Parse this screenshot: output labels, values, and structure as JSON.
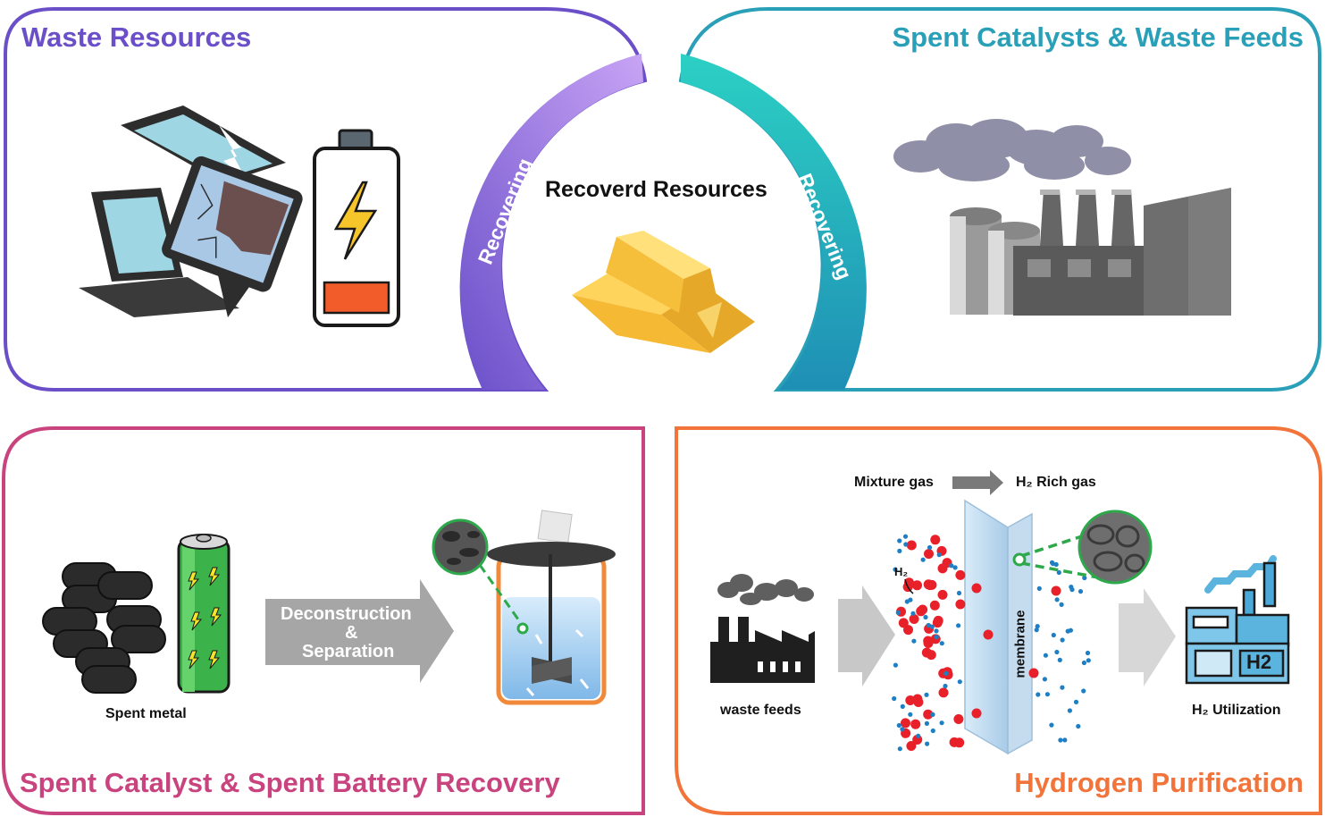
{
  "panels": {
    "waste_resources": {
      "title": "Waste Resources",
      "color": "#6a4fc9"
    },
    "spent_catalysts": {
      "title": "Spent Catalysts & Waste Feeds",
      "color": "#2aa0b8"
    },
    "recovery": {
      "title": "Spent Catalyst & Spent Battery Recovery",
      "color": "#c9447e"
    },
    "hydrogen": {
      "title": "Hydrogen Purification",
      "color": "#f2743a"
    }
  },
  "center": {
    "title": "Recoverd Resources",
    "left_arc_label": "Recovering",
    "right_arc_label": "Recovering"
  },
  "recovery_labels": {
    "spent_metal": "Spent metal",
    "process_line1": "Deconstruction",
    "process_line2": "&",
    "process_line3": "Separation"
  },
  "hydrogen_labels": {
    "mixture_gas": "Mixture gas",
    "rich_gas": "H₂ Rich gas",
    "h2": "H₂",
    "membrane": "membrane",
    "waste_feeds": "waste feeds",
    "utilization": "H₂ Utilization",
    "h2_sign": "H2"
  },
  "icons": [
    "broken-laptop-icon",
    "broken-tablet-icon",
    "low-battery-icon",
    "factory-smoke-icon",
    "gold-bars-icon",
    "metal-rods-icon",
    "green-battery-icon",
    "process-arrow-icon",
    "stirred-reactor-icon",
    "small-factory-icon",
    "membrane-icon",
    "h2-plant-icon"
  ]
}
